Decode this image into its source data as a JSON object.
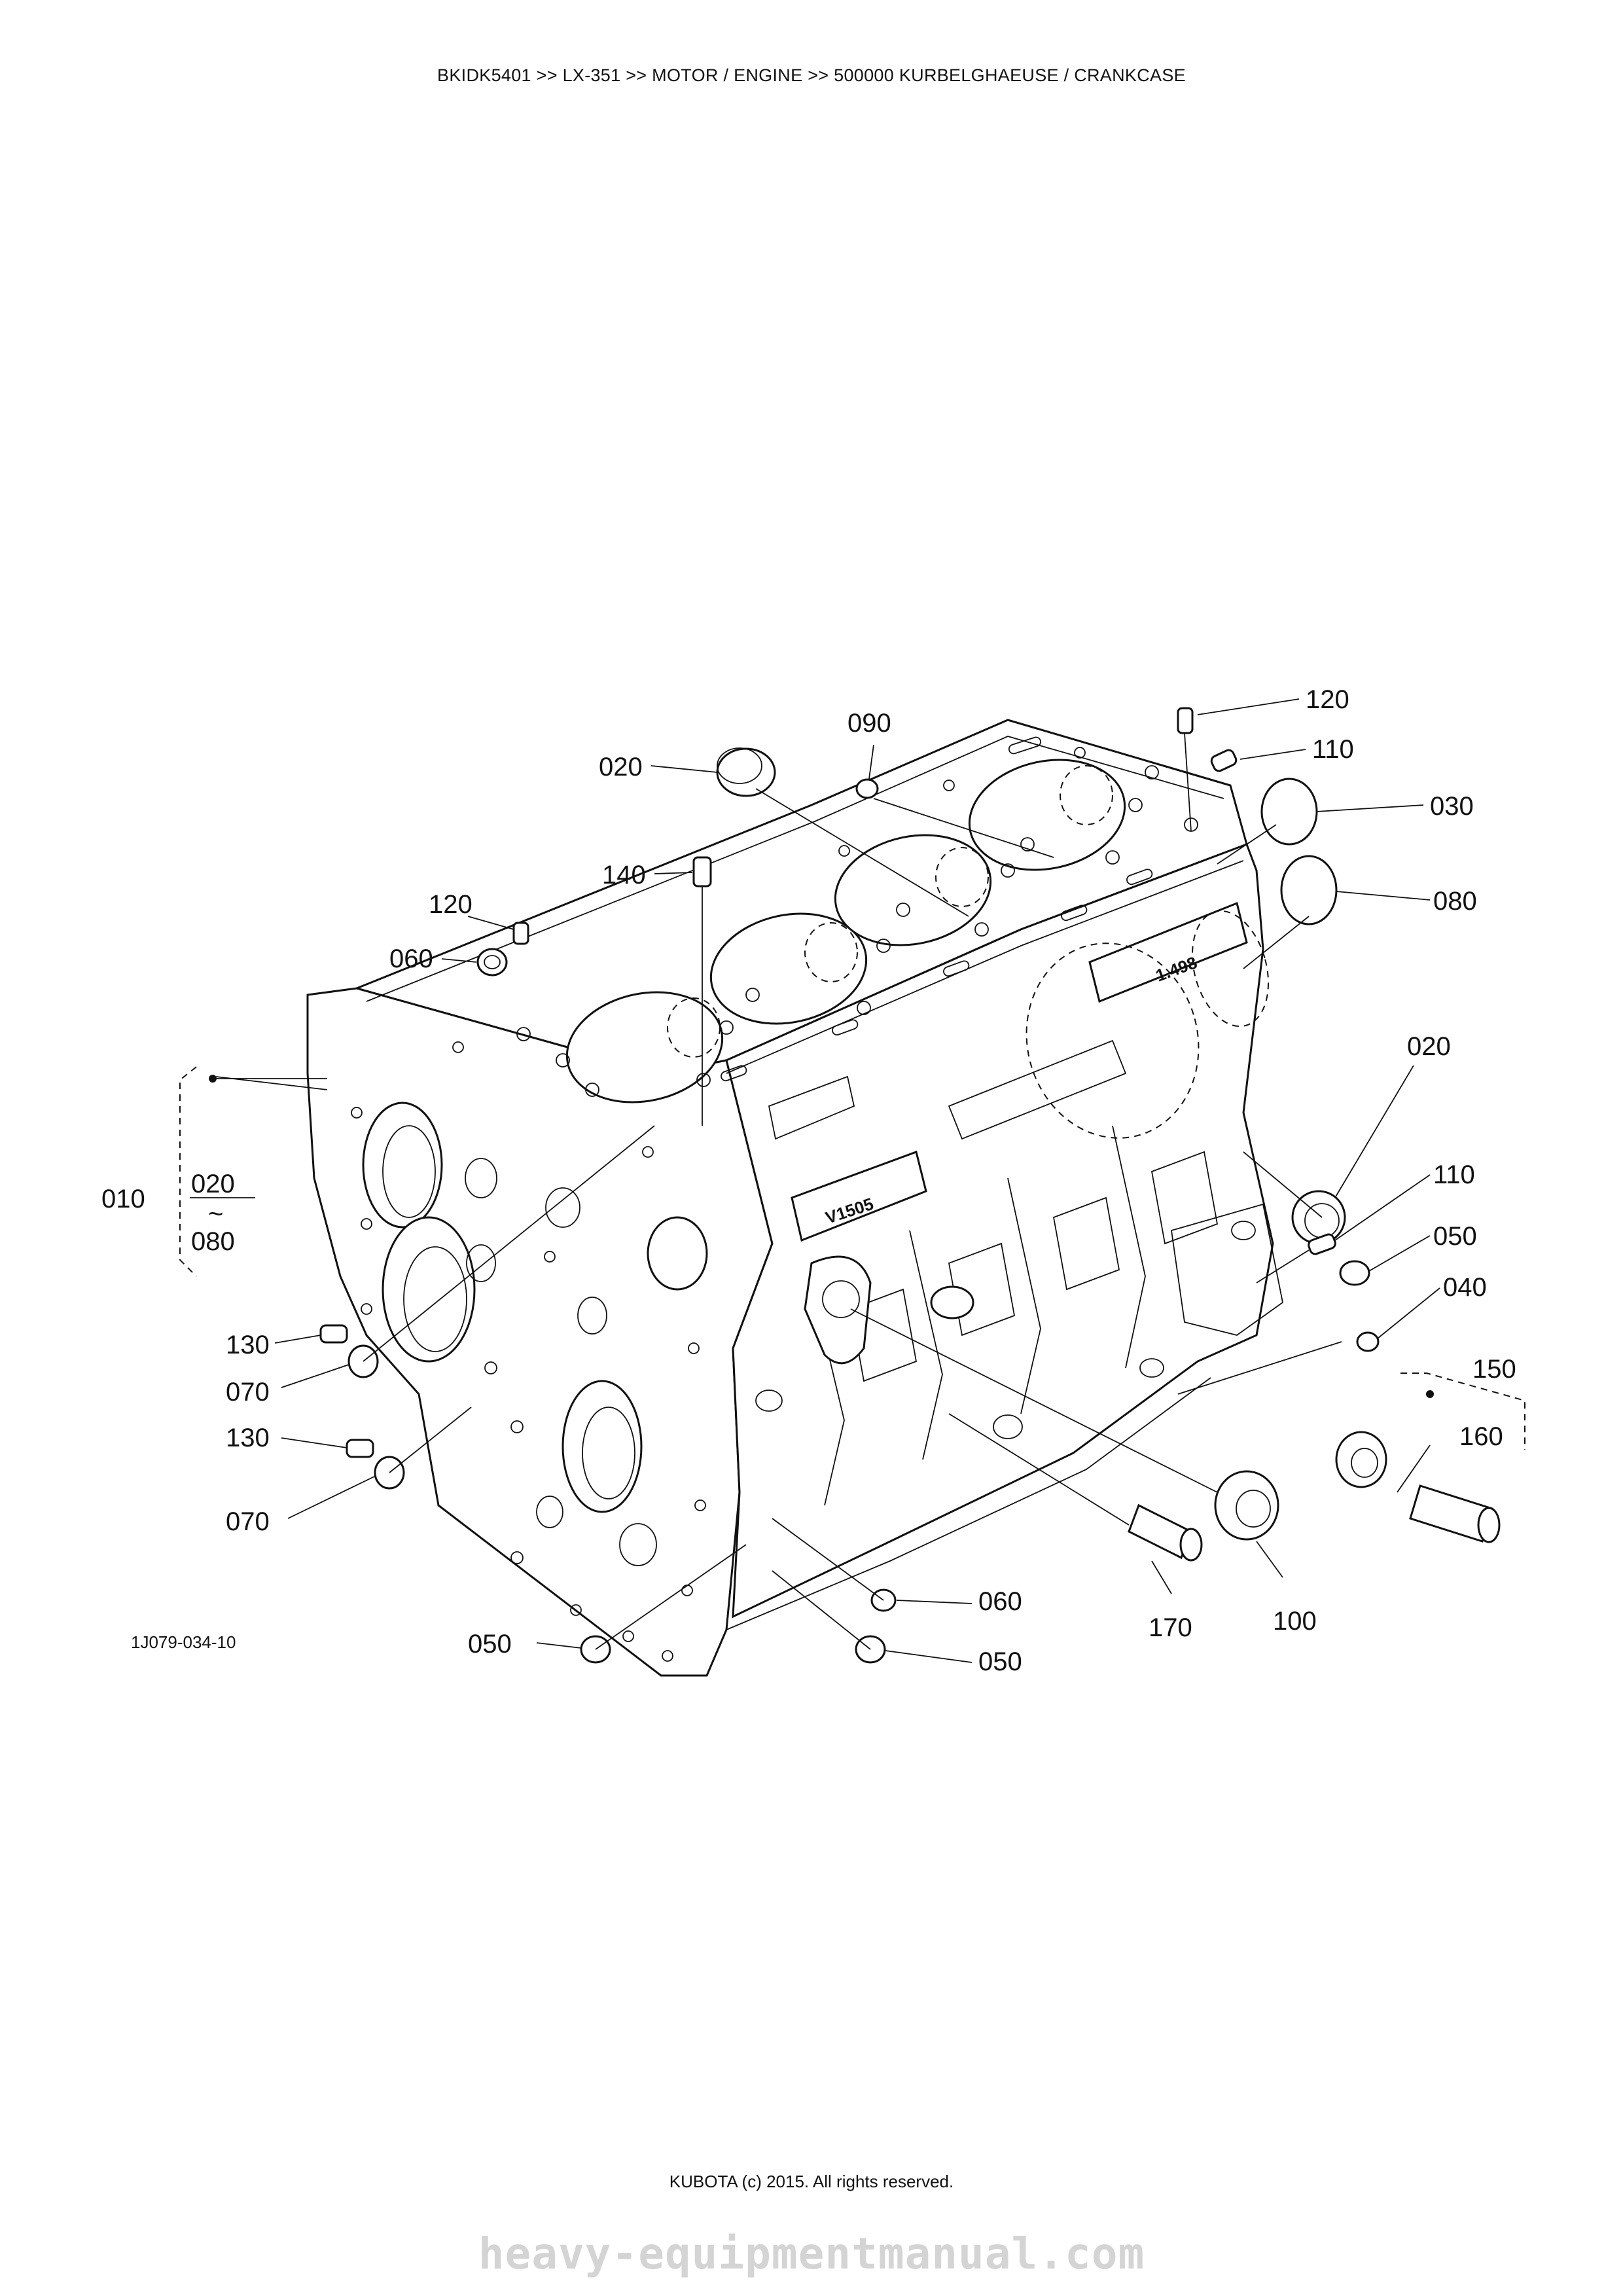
{
  "header": {
    "breadcrumb": "BKIDK5401 >> LX-351 >> MOTOR / ENGINE >> 500000   KURBELGHAEUSE / CRANKCASE"
  },
  "diagram": {
    "figure_ref": "1J079-034-10",
    "block_mark_left": "V1505",
    "block_mark_right": "1.498",
    "callouts": {
      "c120_top": "120",
      "c110_top": "110",
      "c090": "090",
      "c020_top": "020",
      "c030": "030",
      "c080_right": "080",
      "c140": "140",
      "c120_left": "120",
      "c060_top": "060",
      "c020_right": "020",
      "c110_mid": "110",
      "c050_right": "050",
      "c040": "040",
      "c150": "150",
      "c160": "160",
      "c010": "010",
      "c020_group": "020",
      "c_tilde": "~",
      "c080_group": "080",
      "c130_a": "130",
      "c070_a": "070",
      "c130_b": "130",
      "c070_b": "070",
      "c170": "170",
      "c100": "100",
      "c060_bottom": "060",
      "c050_bottom_left": "050",
      "c050_bottom_right": "050"
    }
  },
  "footer": {
    "copyright": "KUBOTA (c) 2015. All rights reserved."
  },
  "watermark": "heavy-equipmentmanual.com"
}
